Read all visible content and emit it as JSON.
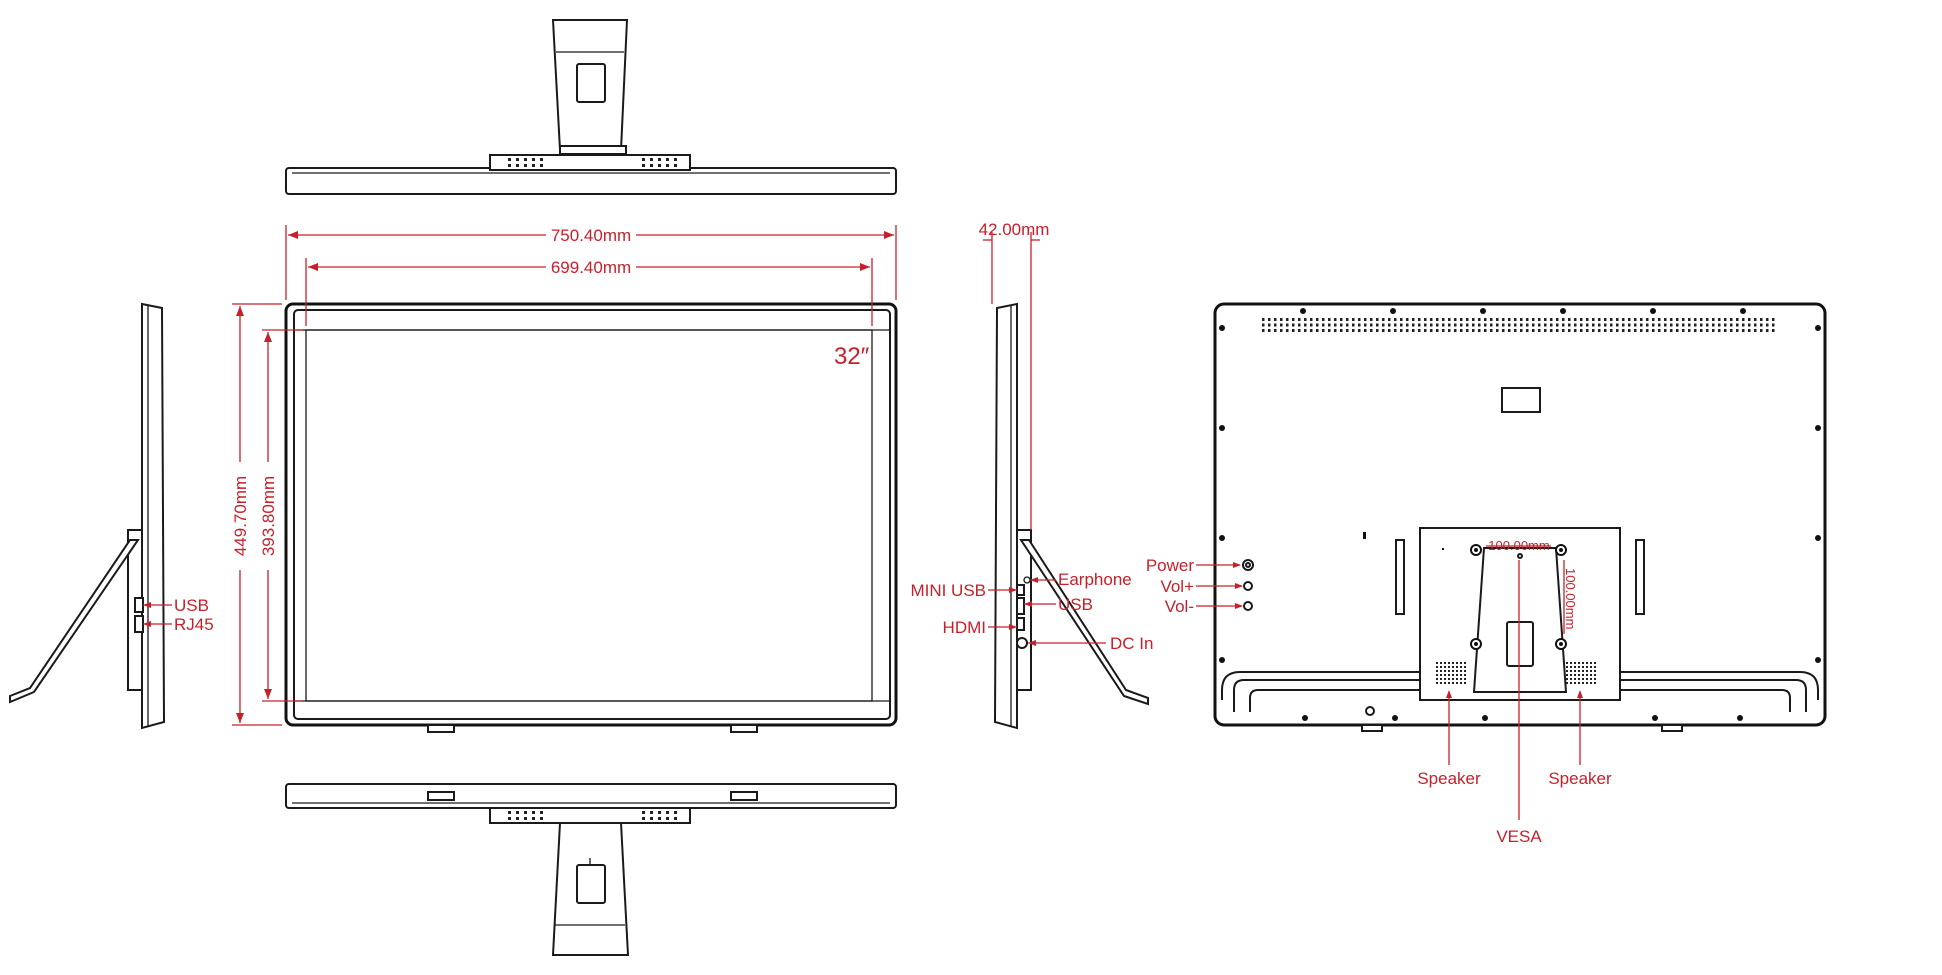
{
  "dimensions": {
    "overall_width": "750.40mm",
    "screen_width": "699.40mm",
    "overall_height": "449.70mm",
    "screen_height": "393.80mm",
    "depth": "42.00mm",
    "vesa_horizontal": "100.00mm",
    "vesa_vertical": "100.00mm"
  },
  "size_label": "32″",
  "ports_left_side": {
    "usb": "USB",
    "rj45": "RJ45"
  },
  "ports_right_side": {
    "mini_usb": "MINI USB",
    "hdmi": "HDMI",
    "earphone": "Earphone",
    "usb": "USB",
    "dc_in": "DC In"
  },
  "back_panel": {
    "power": "Power",
    "vol_plus": "Vol+",
    "vol_minus": "Vol-",
    "speaker_left": "Speaker",
    "speaker_right": "Speaker",
    "vesa": "VESA"
  },
  "colors": {
    "annotation": "#c8202a",
    "line": "#1a1a1a"
  }
}
